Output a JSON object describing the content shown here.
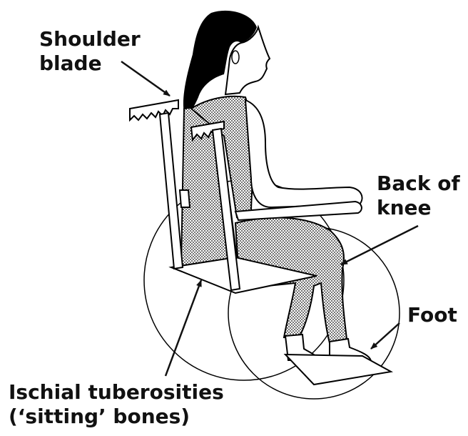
{
  "labels": {
    "shoulder_blade": {
      "line1": "Shoulder",
      "line2": "blade"
    },
    "back_of_knee": {
      "line1": "Back of",
      "line2": "knee"
    },
    "foot": {
      "line1": "Foot"
    },
    "ischial": {
      "line1": "Ischial tuberosities",
      "line2": "(‘sitting’ bones)"
    }
  },
  "colors": {
    "ink": "#111111",
    "dots": "#000000",
    "background": "#ffffff"
  }
}
